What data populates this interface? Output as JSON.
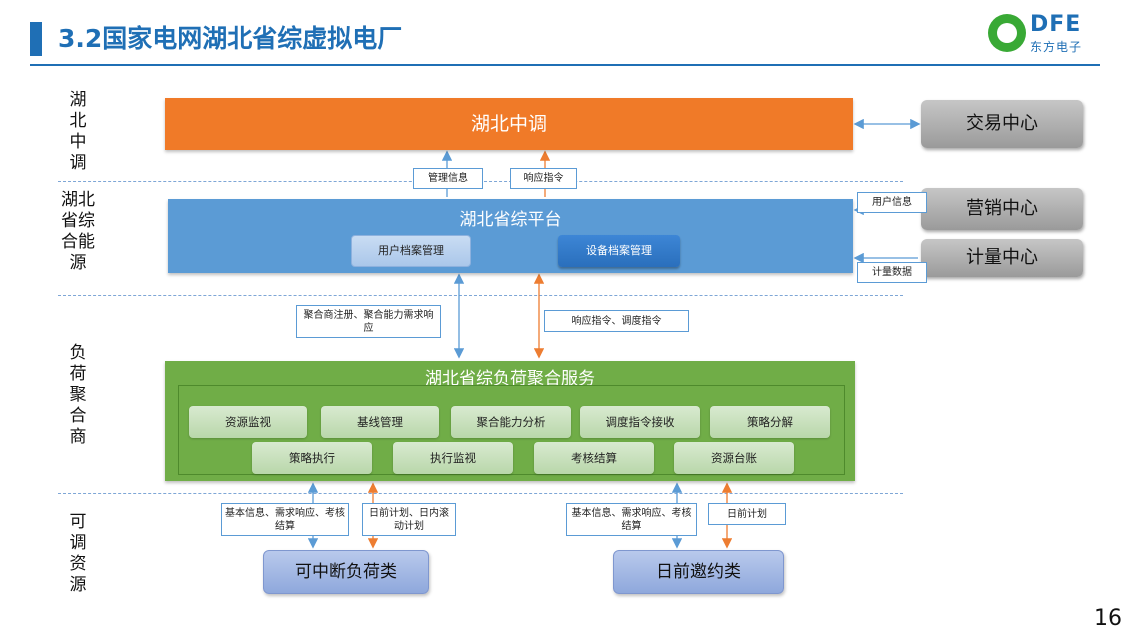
{
  "header": {
    "title": "3.2国家电网湖北省综虚拟电厂",
    "logo_word": "DFE",
    "logo_sub": "东方电子"
  },
  "side_labels": {
    "central": "湖\n北\n中\n调",
    "platform": "湖北\n省综\n合能\n源",
    "aggregator": "负\n荷\n聚\n合\n商",
    "resources": "可\n调\n资\n源"
  },
  "blocks": {
    "central_dispatch": "湖北中调",
    "platform_title": "湖北省综平台",
    "user_archive": "用户档案管理",
    "device_archive": "设备档案管理",
    "aggregation_title": "湖北省综负荷聚合服务",
    "services_row1": [
      "资源监视",
      "基线管理",
      "聚合能力分析",
      "调度指令接收",
      "策略分解"
    ],
    "services_row2": [
      "策略执行",
      "执行监视",
      "考核结算",
      "资源台账"
    ],
    "interruptible": "可中断负荷类",
    "day_ahead": "日前邀约类"
  },
  "external": {
    "trading": "交易中心",
    "marketing": "营销中心",
    "metering": "计量中心"
  },
  "labels": {
    "mgmt_info": "管理信息",
    "response_cmd": "响应指令",
    "user_info": "用户信息",
    "metering_data": "计量数据",
    "agg_register": "聚合商注册、聚合能力需求响应",
    "response_dispatch": "响应指令、调度指令",
    "basic_info_left": "基本信息、需求响应、考核结算",
    "day_plan_left": "日前计划、日内滚动计划",
    "basic_info_right": "基本信息、需求响应、考核结算",
    "day_plan_right": "日前计划"
  },
  "page_number": "16",
  "colors": {
    "title_blue": "#1f6fb5",
    "orange": "#f07a28",
    "platform_blue": "#5b9bd5",
    "green": "#70ad47",
    "arrow_blue": "#5b9bd5",
    "arrow_orange": "#ed7d31"
  }
}
